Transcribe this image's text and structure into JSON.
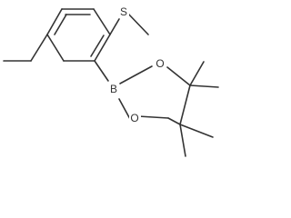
{
  "molecule": {
    "atoms": {
      "sulfur": "S",
      "boron": "B",
      "oxygen_top": "O",
      "oxygen_bottom": "O"
    },
    "colors": {
      "bond": "#333333",
      "label": "#333333",
      "background": "#ffffff"
    }
  }
}
